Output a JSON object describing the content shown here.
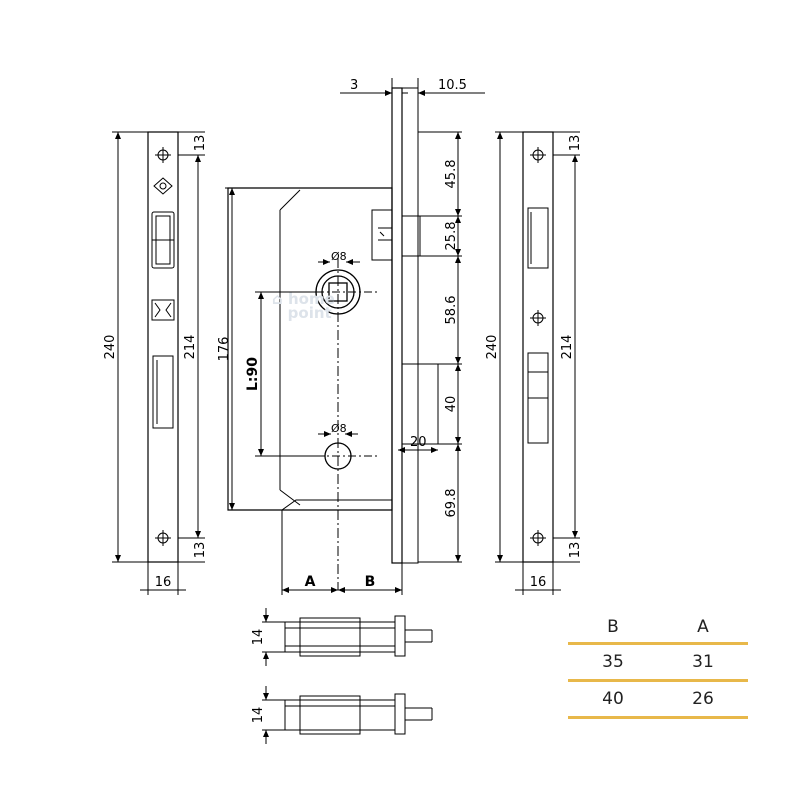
{
  "drawing": {
    "dimensions": {
      "top_left": "3",
      "top_right": "10.5",
      "total_height": "240",
      "inner_height": "214",
      "top_margin": "13",
      "bottom_margin": "13",
      "plate_width": "16",
      "body_height": "176",
      "handle_spacing": "L:90",
      "bolt_to_latch_top": "45.8",
      "latch_height": "25.8",
      "latch_to_bolt": "58.6",
      "bolt_height": "40",
      "bolt_width": "20",
      "bolt_to_bottom": "69.8",
      "spindle_dia_1": "Ø8",
      "spindle_dia_2": "Ø8",
      "backset_a": "A",
      "backset_b": "B",
      "section_thickness_1": "14",
      "section_thickness_2": "14"
    }
  },
  "table": {
    "headers": [
      "B",
      "A"
    ],
    "rows": [
      [
        "35",
        "31"
      ],
      [
        "40",
        "26"
      ]
    ]
  }
}
